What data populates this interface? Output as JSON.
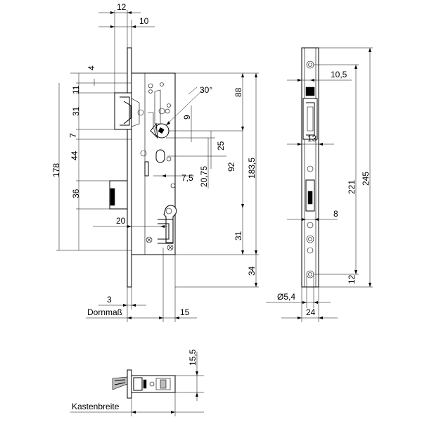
{
  "dimensions": {
    "top_12": "12",
    "top_10": "10",
    "d_4": "4",
    "d_11": "11",
    "d_31a": "31",
    "d_7": "7",
    "d_44": "44",
    "d_178": "178",
    "d_36": "36",
    "d_20": "20",
    "angle_30": "30°",
    "d_9": "9",
    "d_88": "88",
    "d_25": "25",
    "d_92": "92",
    "d_183_5": "183,5",
    "d_7_5": "7,5",
    "d_20_75": "20,75",
    "d_31b": "31",
    "d_34": "34",
    "d_3": "3",
    "d_15": "15",
    "d_10_5": "10,5",
    "d_13": "13",
    "d_245": "245",
    "d_221": "221",
    "d_8": "8",
    "d_12_side": "12",
    "d_5_4": "Ø5,4",
    "d_24": "24",
    "d_15_5": "15,5"
  },
  "labels": {
    "dornmass": "Dornmaß",
    "kastenbreite": "Kastenbreite"
  }
}
